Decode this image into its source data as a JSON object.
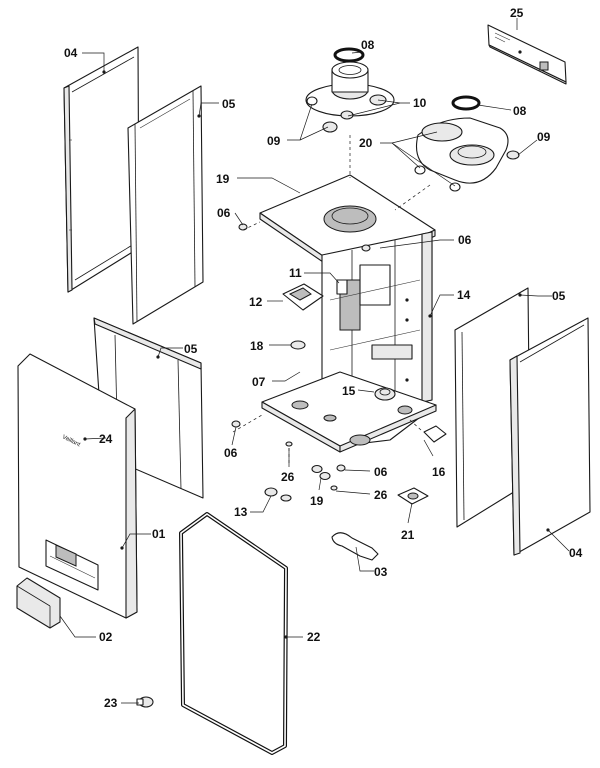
{
  "diagram": {
    "type": "exploded-parts-diagram",
    "callouts": {
      "c01": "01",
      "c02": "02",
      "c03": "03",
      "c04a": "04",
      "c04b": "04",
      "c05a": "05",
      "c05b": "05",
      "c05c": "05",
      "c06a": "06",
      "c06b": "06",
      "c06c": "06",
      "c06d": "06",
      "c07": "07",
      "c08a": "08",
      "c08b": "08",
      "c09a": "09",
      "c09b": "09",
      "c10": "10",
      "c11": "11",
      "c12": "12",
      "c13": "13",
      "c14": "14",
      "c15": "15",
      "c16": "16",
      "c18": "18",
      "c19a": "19",
      "c19b": "19",
      "c20": "20",
      "c21": "21",
      "c22": "22",
      "c23": "23",
      "c24": "24",
      "c25": "25",
      "c26a": "26",
      "c26b": "26"
    },
    "front_panel_logo": "Vaillant"
  }
}
